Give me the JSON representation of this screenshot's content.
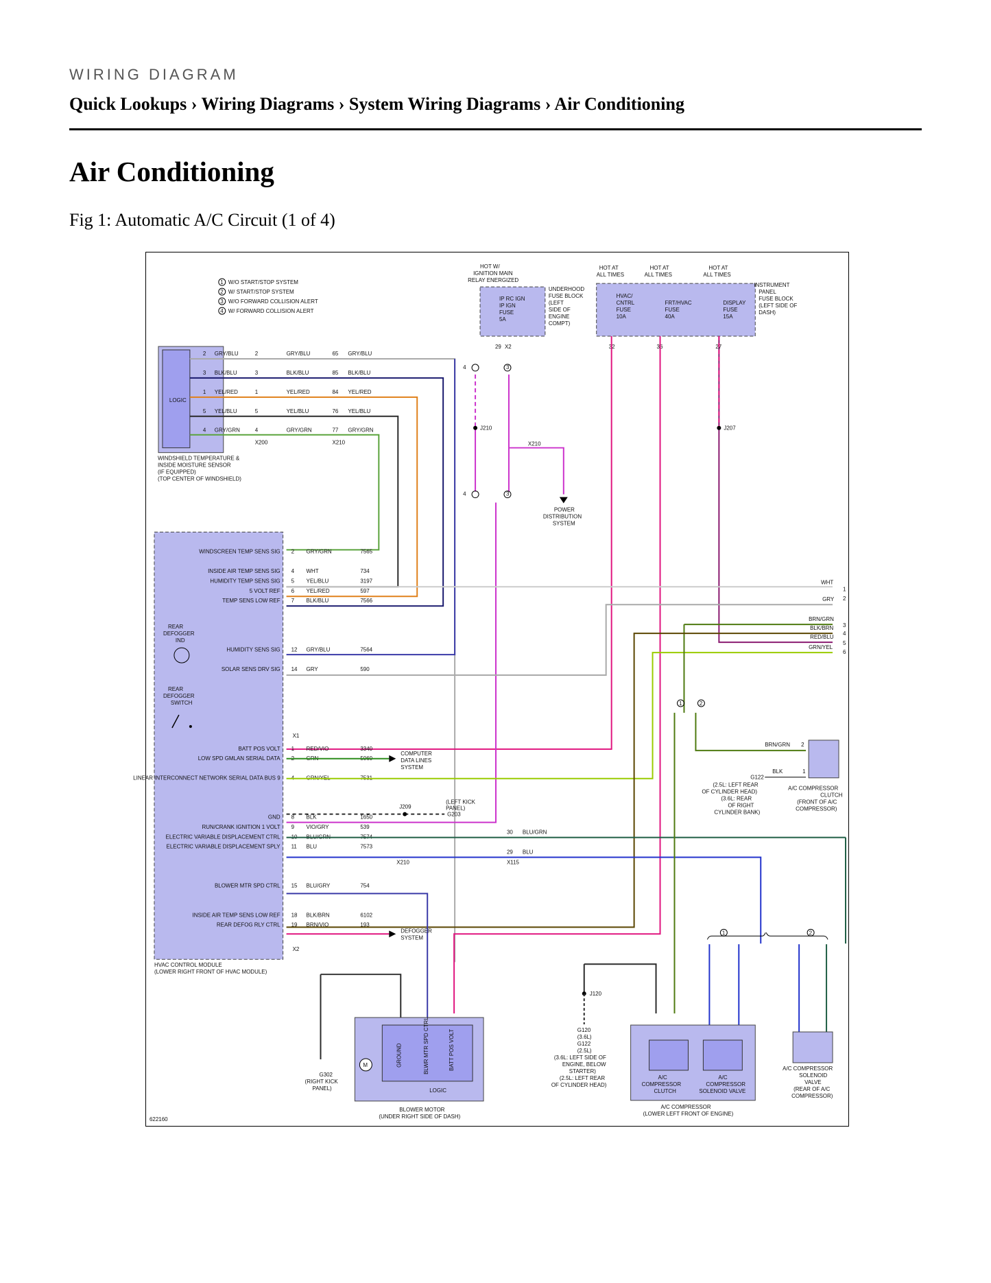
{
  "header": {
    "kicker": "WIRING DIAGRAM",
    "breadcrumb": [
      "Quick Lookups",
      "Wiring Diagrams",
      "System Wiring Diagrams",
      "Air Conditioning"
    ],
    "breadcrumb_sep": " › ",
    "title": "Air Conditioning",
    "figure_caption": "Fig 1: Automatic A/C Circuit (1 of 4)"
  },
  "diagram": {
    "figure_id": "622160",
    "legend": [
      "W/O START/STOP SYSTEM",
      "W/ START/STOP SYSTEM",
      "W/O FORWARD COLLISION ALERT",
      "W/ FORWARD COLLISION ALERT"
    ],
    "sensor": {
      "label": [
        "WINDSHIELD TEMPERATURE &",
        "INSIDE MOISTURE SENSOR",
        "(IF EQUIPPED)",
        "(TOP CENTER OF WINDSHIELD)"
      ],
      "logic": "LOGIC",
      "connectors": [
        "X200",
        "X210"
      ]
    },
    "fuse_blocks": {
      "underhood": {
        "hot_label": [
          "HOT W/",
          "IGNITION MAIN",
          "RELAY ENERGIZED"
        ],
        "fuse": [
          "IP RC IGN",
          "IP IGN",
          "FUSE",
          "5A"
        ],
        "block": [
          "UNDERHOOD",
          "FUSE BLOCK",
          "(LEFT",
          "SIDE OF",
          "ENGINE",
          "COMPT)"
        ],
        "pin": "29",
        "conn": "X2"
      },
      "instrument_panel": {
        "block": [
          "INSTRUMENT",
          "PANEL",
          "FUSE BLOCK",
          "(LEFT SIDE OF",
          "DASH)"
        ],
        "fuses": [
          {
            "hot": [
              "HOT AT",
              "ALL TIMES"
            ],
            "name": [
              "HVAC/",
              "CNTRL",
              "FUSE",
              "10A"
            ],
            "pin": "32",
            "wire": "RED/VIO"
          },
          {
            "hot": [
              "HOT AT",
              "ALL TIMES"
            ],
            "name": [
              "FRT/HVAC",
              "FUSE",
              "40A"
            ],
            "pin": "36",
            "wire": "RED/VIO"
          },
          {
            "hot": [
              "HOT AT",
              "ALL TIMES"
            ],
            "name": [
              "DISPLAY",
              "FUSE",
              "15A"
            ],
            "pin": "27",
            "wire": "RED/BLU"
          }
        ]
      }
    },
    "splices": {
      "j210": "J210",
      "j207": "J207",
      "j209": "J209",
      "j120": "J120",
      "x210": "X210"
    },
    "power_distribution": [
      "POWER",
      "DISTRIBUTION",
      "SYSTEM"
    ],
    "hvac_module": {
      "label": [
        "HVAC CONTROL MODULE",
        "(LOWER RIGHT FRONT OF HVAC MODULE)"
      ],
      "signals_x1": [
        {
          "pin": "2",
          "name": "WINDSCREEN TEMP SENS SIG",
          "wire": "GRY/GRN",
          "circuit": "7565"
        },
        {
          "pin": "4",
          "name": "INSIDE AIR TEMP SENS SIG",
          "wire": "WHT",
          "circuit": "734"
        },
        {
          "pin": "5",
          "name": "HUMIDITY TEMP SENS SIG",
          "wire": "YEL/BLU",
          "circuit": "3197"
        },
        {
          "pin": "6",
          "name": "5 VOLT REF",
          "wire": "YEL/RED",
          "circuit": "597"
        },
        {
          "pin": "7",
          "name": "TEMP SENS LOW REF",
          "wire": "BLK/BLU",
          "circuit": "7566"
        },
        {
          "pin": "12",
          "name": "HUMIDITY SENS SIG",
          "wire": "GRY/BLU",
          "circuit": "7564"
        },
        {
          "pin": "14",
          "name": "SOLAR SENS DRV SIG",
          "wire": "GRY",
          "circuit": "590"
        }
      ],
      "signals_x2": [
        {
          "pin": "1",
          "name": "BATT POS VOLT",
          "wire": "RED/VIO",
          "circuit": "3340"
        },
        {
          "pin": "2",
          "name": "LOW SPD GMLAN SERIAL DATA",
          "wire": "GRN",
          "circuit": "5060"
        },
        {
          "pin": "4",
          "name": "LINEAR INTERCONNECT NETWORK SERIAL DATA BUS 9",
          "wire": "GRN/YEL",
          "circuit": "7531"
        },
        {
          "pin": "8",
          "name": "GND",
          "wire": "BLK",
          "circuit": "1650"
        },
        {
          "pin": "9",
          "name": "RUN/CRANK IGNITION 1 VOLT",
          "wire": "VIO/GRY",
          "circuit": "539"
        },
        {
          "pin": "10",
          "name": "ELECTRIC VARIABLE DISPLACEMENT CTRL",
          "wire": "BLU/GRN",
          "circuit": "7574"
        },
        {
          "pin": "11",
          "name": "ELECTRIC VARIABLE DISPLACEMENT SPLY",
          "wire": "BLU",
          "circuit": "7573"
        },
        {
          "pin": "15",
          "name": "BLOWER MTR SPD CTRL",
          "wire": "BLU/GRY",
          "circuit": "754"
        },
        {
          "pin": "18",
          "name": "INSIDE AIR TEMP SENS LOW REF",
          "wire": "BLK/BRN",
          "circuit": "6102"
        },
        {
          "pin": "19",
          "name": "REAR DEFOG RLY CTRL",
          "wire": "BRN/VIO",
          "circuit": "193"
        }
      ],
      "inner": {
        "rear_defogger_ind": [
          "REAR",
          "DEFOGGER",
          "IND"
        ],
        "rear_defogger_switch": [
          "REAR",
          "DEFOGGER",
          "SWITCH"
        ]
      },
      "x1": "X1",
      "x2": "X2"
    },
    "computer_data_lines": [
      "COMPUTER",
      "DATA LINES",
      "SYSTEM"
    ],
    "defogger_system": [
      "DEFOGGER",
      "SYSTEM"
    ],
    "g203": {
      "label": "G203",
      "note": [
        "(LEFT KICK",
        "PANEL)"
      ]
    },
    "x115": "X115",
    "right_bus": [
      "WHT",
      "GRY",
      "BRN/GRN",
      "BLK/BRN",
      "RED/BLU",
      "GRN/YEL"
    ],
    "clutch": {
      "label": [
        "A/C COMPRESSOR",
        "CLUTCH",
        "(FRONT OF A/C",
        "COMPRESSOR)"
      ],
      "ground": "G122",
      "note": [
        "(2.5L: LEFT REAR",
        "OF CYLINDER HEAD)",
        "(3.6L: REAR",
        "OF RIGHT",
        "CYLINDER BANK)"
      ]
    },
    "blower": {
      "label": [
        "BLOWER MOTOR",
        "(UNDER RIGHT SIDE OF DASH)"
      ],
      "pins": [
        "GROUND",
        "BLWR MTR SPD CTRL",
        "BATT POS VOLT"
      ],
      "logic": "LOGIC"
    },
    "g302": [
      "G302",
      "(RIGHT KICK",
      "PANEL)"
    ],
    "g120": [
      "G120",
      "(3.6L)",
      "G122",
      "(2.5L)",
      "(3.6L: LEFT SIDE OF",
      "ENGINE, BELOW",
      "STARTER)",
      "(2.5L: LEFT REAR",
      "OF CYLINDER HEAD)"
    ],
    "compressor": {
      "label": [
        "A/C COMPRESSOR",
        "(LOWER LEFT FRONT OF ENGINE)"
      ],
      "clutch": [
        "A/C",
        "COMPRESSOR",
        "CLUTCH"
      ],
      "valve": [
        "A/C",
        "COMPRESSOR",
        "SOLENOID VALVE"
      ]
    },
    "solenoid": [
      "A/C COMPRESSOR",
      "SOLENOID",
      "VALVE",
      "(REAR OF A/C",
      "COMPRESSOR)"
    ],
    "colors": {
      "gry_blu": "#3a3aa8",
      "blk_blu": "#1a1a6e",
      "yel_red": "#e0801a",
      "yel_blu": "#2b2b2b",
      "gry_grn": "#5aa33c",
      "red_vio": "#e0157f",
      "vio_gry": "#cc33cc",
      "red_blu": "#8a1a70",
      "grn": "#2c8c1a",
      "grn_yel": "#99cc00",
      "blu_grn": "#1f5e44",
      "blu": "#2233cc",
      "blk_brn": "#5a4500",
      "brn_grn": "#4e7a10",
      "wht": "#cccccc",
      "gry": "#aaaaaa"
    }
  }
}
